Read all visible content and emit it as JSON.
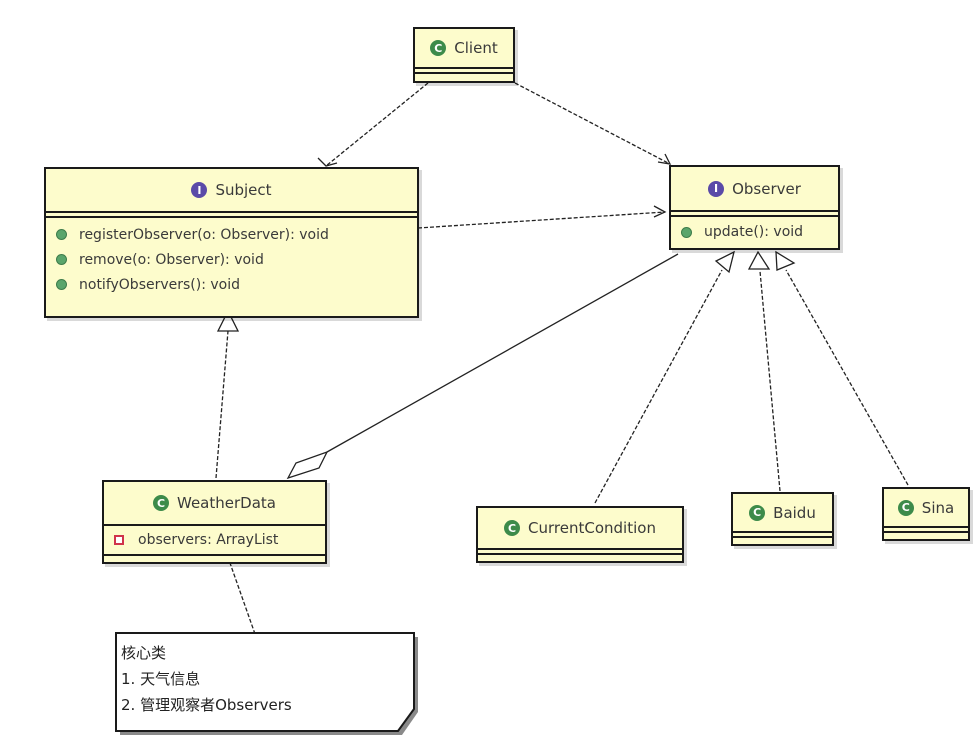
{
  "diagram": {
    "type": "UML class diagram",
    "classes": [
      {
        "id": "client",
        "name": "Client",
        "kind": "class",
        "members": []
      },
      {
        "id": "subject",
        "name": "Subject",
        "kind": "interface",
        "members": [
          {
            "text": "registerObserver(o: Observer): void",
            "visibility": "public"
          },
          {
            "text": "remove(o: Observer): void",
            "visibility": "public"
          },
          {
            "text": "notifyObservers(): void",
            "visibility": "public"
          }
        ]
      },
      {
        "id": "observer",
        "name": "Observer",
        "kind": "interface",
        "members": [
          {
            "text": "update(): void",
            "visibility": "public"
          }
        ]
      },
      {
        "id": "weatherdata",
        "name": "WeatherData",
        "kind": "class",
        "members": [
          {
            "text": "observers: ArrayList",
            "visibility": "private"
          }
        ]
      },
      {
        "id": "currentcondition",
        "name": "CurrentCondition",
        "kind": "class",
        "members": []
      },
      {
        "id": "baidu",
        "name": "Baidu",
        "kind": "class",
        "members": []
      },
      {
        "id": "sina",
        "name": "Sina",
        "kind": "class",
        "members": []
      }
    ],
    "icons": {
      "class": "C",
      "interface": "I"
    },
    "relations": [
      {
        "from": "client",
        "to": "subject",
        "type": "dependency"
      },
      {
        "from": "client",
        "to": "observer",
        "type": "dependency"
      },
      {
        "from": "subject",
        "to": "observer",
        "type": "dependency"
      },
      {
        "from": "weatherdata",
        "to": "subject",
        "type": "realization"
      },
      {
        "from": "weatherdata",
        "to": "observer",
        "type": "aggregation"
      },
      {
        "from": "currentcondition",
        "to": "observer",
        "type": "realization"
      },
      {
        "from": "baidu",
        "to": "observer",
        "type": "realization"
      },
      {
        "from": "sina",
        "to": "observer",
        "type": "realization"
      },
      {
        "from": "note",
        "to": "weatherdata",
        "type": "note-link"
      }
    ],
    "note": {
      "lines": [
        "核心类",
        "1. 天气信息",
        "2. 管理观察者Observers"
      ]
    },
    "colors": {
      "box_fill": "#fdfccc",
      "class_icon": "#3d8b4a",
      "interface_icon": "#5a4aa8",
      "public_dot": "#5aa56b",
      "private_marker": "#d0334a"
    }
  }
}
